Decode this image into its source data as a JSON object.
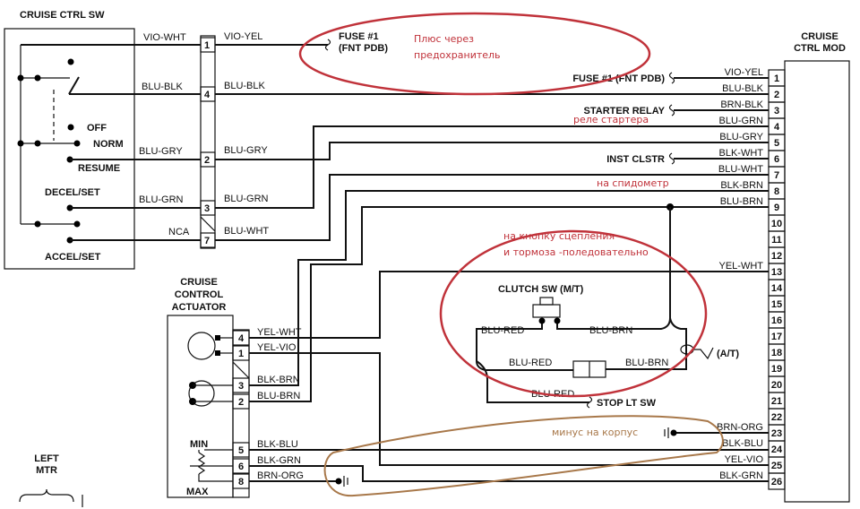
{
  "switch": {
    "title": "CRUISE CTRL SW",
    "positions": [
      "OFF",
      "NORM",
      "RESUME",
      "DECEL/SET",
      "ACCEL/SET"
    ]
  },
  "connector_c1": {
    "pins": [
      "1",
      "4",
      "2",
      "3",
      "7"
    ],
    "left_wires": [
      "VIO-WHT",
      "BLU-BLK",
      "BLU-GRY",
      "BLU-GRN",
      "NCA"
    ],
    "right_wires": [
      "VIO-YEL",
      "BLU-BLK",
      "BLU-GRY",
      "BLU-GRN",
      "BLU-WHT"
    ]
  },
  "fuse": {
    "line1": "FUSE #1",
    "line2": "(FNT PDB)",
    "module_label": "FUSE #1 (FNT PDB)"
  },
  "starter_relay": "STARTER RELAY",
  "inst_clstr": "INST CLSTR",
  "module": {
    "title1": "CRUISE",
    "title2": "CTRL MOD",
    "pins": [
      "1",
      "2",
      "3",
      "4",
      "5",
      "6",
      "7",
      "8",
      "9",
      "10",
      "11",
      "12",
      "13",
      "14",
      "15",
      "16",
      "17",
      "18",
      "19",
      "20",
      "21",
      "22",
      "23",
      "24",
      "25",
      "26"
    ],
    "wire_labels": {
      "1": "VIO-YEL",
      "2": "BLU-BLK",
      "3": "BRN-BLK",
      "4": "BLU-GRN",
      "5": "BLU-GRY",
      "6": "BLK-WHT",
      "7": "BLU-WHT",
      "8": "BLK-BRN",
      "9": "BLU-BRN",
      "13": "YEL-WHT",
      "23": "BRN-ORG",
      "24": "BLK-BLU",
      "25": "YEL-VIO",
      "26": "BLK-GRN"
    }
  },
  "actuator": {
    "title1": "CRUISE",
    "title2": "CONTROL",
    "title3": "ACTUATOR",
    "min": "MIN",
    "max": "MAX",
    "pins": [
      "4",
      "1",
      "3",
      "2",
      "5",
      "6",
      "8"
    ],
    "wires": [
      "YEL-WHT",
      "YEL-VIO",
      "BLK-BRN",
      "BLU-BRN",
      "BLK-BLU",
      "BLK-GRN",
      "BRN-ORG"
    ]
  },
  "clutch": {
    "title": "CLUTCH SW (M/T)",
    "blu_red": "BLU-RED",
    "blu_brn": "BLU-BRN",
    "at": "(A/T)",
    "stop": "STOP LT SW"
  },
  "left_mtr": {
    "line1": "LEFT",
    "line2": "MTR"
  },
  "annotations": {
    "plus1": "Плюс через",
    "plus2": "предохранитель",
    "starter": "реле стартера",
    "speedo": "на спидометр",
    "clutch1": "на кнопку сцепления",
    "clutch2": "и тормоза -поледовательно",
    "ground": "минус на корпус"
  },
  "colors": {
    "annotation_red": "#c0323a",
    "annotation_brown": "#a8784a"
  }
}
